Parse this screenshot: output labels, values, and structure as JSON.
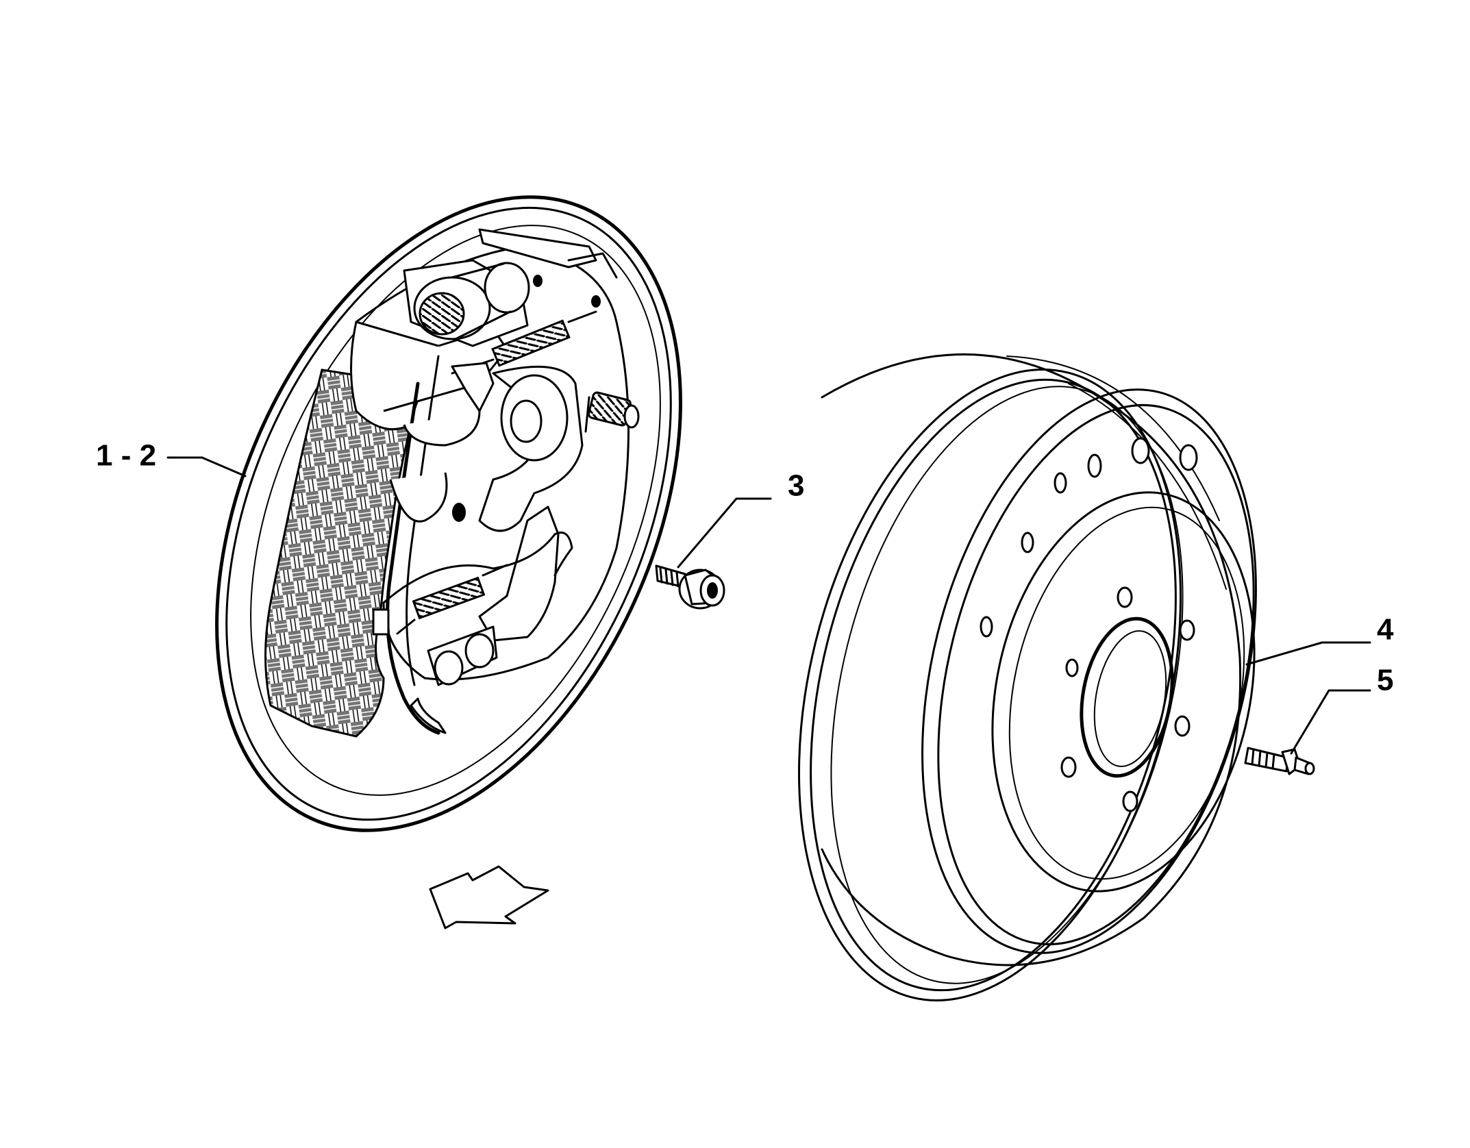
{
  "callouts": {
    "shoe_assembly": "1 - 2",
    "screw": "3",
    "drum": "4",
    "bolt": "5"
  },
  "icons": {
    "direction_arrow": "arrow-icon"
  }
}
